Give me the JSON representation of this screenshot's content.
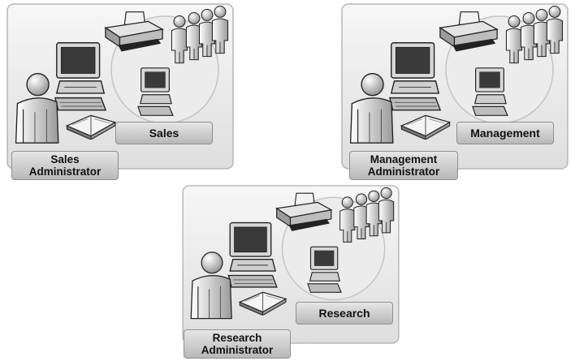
{
  "groups": [
    {
      "department": "Sales",
      "admin_line1": "Sales",
      "admin_line2": "Administrator"
    },
    {
      "department": "Management",
      "admin_line1": "Management",
      "admin_line2": "Administrator"
    },
    {
      "department": "Research",
      "admin_line1": "Research",
      "admin_line2": "Administrator"
    }
  ]
}
